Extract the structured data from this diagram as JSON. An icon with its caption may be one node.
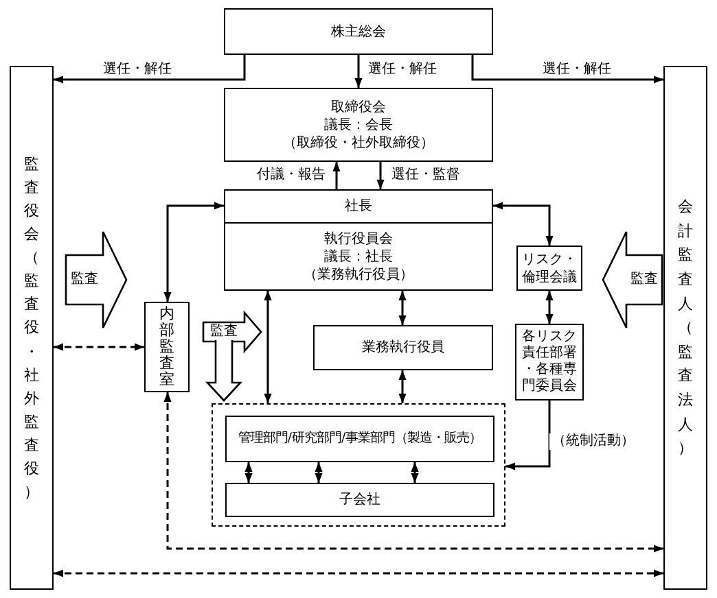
{
  "diagram": {
    "nodes": [
      {
        "text": [
          "株主総会"
        ]
      },
      {
        "text": [
          "監査役会（監査役・社外監査役）"
        ]
      },
      {
        "text": [
          "会計監査人（監査法人）"
        ]
      },
      {
        "text": [
          "取締役会",
          "議長：会長",
          "（取締役・社外取締役）"
        ]
      },
      {
        "text": [
          "社長"
        ]
      },
      {
        "text": [
          "執行役員会",
          "議長：社長",
          "（業務執行役員）"
        ]
      },
      {
        "text": [
          "内部監査室"
        ]
      },
      {
        "text": [
          "リスク・倫理会議"
        ]
      },
      {
        "text": [
          "業務執行役員"
        ]
      },
      {
        "text": [
          "各リスク責任部署・各種専門委員会"
        ]
      },
      {
        "text": [],
        "shape": "box"
      },
      {
        "text": [
          "管理部門/研究部門/事業部門（製造・販売）"
        ],
        "in": 10
      },
      {
        "text": [
          "子会社"
        ],
        "in": 10
      }
    ],
    "edges": [
      {
        "from": 0,
        "to": 1,
        "arrow": "to",
        "label": "選任・解任"
      },
      {
        "from": 0,
        "to": 3,
        "arrow": "to",
        "label": "選任・解任"
      },
      {
        "from": 0,
        "to": 2,
        "arrow": "to",
        "label": "選任・解任"
      },
      {
        "from": 4,
        "to": 3,
        "arrow": "to",
        "label": "付議・報告"
      },
      {
        "from": 3,
        "to": 4,
        "arrow": "to",
        "label": "選任・監督"
      },
      {
        "from": 6,
        "to": 4,
        "arrow": "both"
      },
      {
        "from": 4,
        "to": 7,
        "arrow": "both"
      },
      {
        "from": 7,
        "to": 9,
        "arrow": "both"
      },
      {
        "from": 5,
        "to": 10,
        "arrow": "both"
      },
      {
        "from": 5,
        "to": 8,
        "arrow": "both"
      },
      {
        "from": 8,
        "to": 10,
        "arrow": "both"
      },
      {
        "from": 9,
        "to": 10,
        "arrow": "to",
        "label": "（統制活動）"
      },
      {
        "from": 1,
        "to": 6,
        "arrow": "both",
        "style": "dashed"
      },
      {
        "from": 6,
        "to": 2,
        "arrow": "both",
        "style": "dashed"
      },
      {
        "from": 1,
        "to": 2,
        "arrow": "both",
        "style": "dashed"
      },
      {
        "from": 11,
        "to": 12,
        "arrow": "both"
      },
      {
        "from": 11,
        "to": 12,
        "arrow": "both"
      },
      {
        "from": 11,
        "to": 12,
        "arrow": "both"
      },
      {
        "from": 1,
        "to": 6,
        "arrow": "to",
        "label": "監査"
      },
      {
        "from": 6,
        "to": 8,
        "arrow": "to",
        "label": "監査"
      },
      {
        "from": 6,
        "to": 10,
        "arrow": "to"
      },
      {
        "from": 2,
        "to": 7,
        "arrow": "to",
        "label": "監査"
      }
    ]
  }
}
